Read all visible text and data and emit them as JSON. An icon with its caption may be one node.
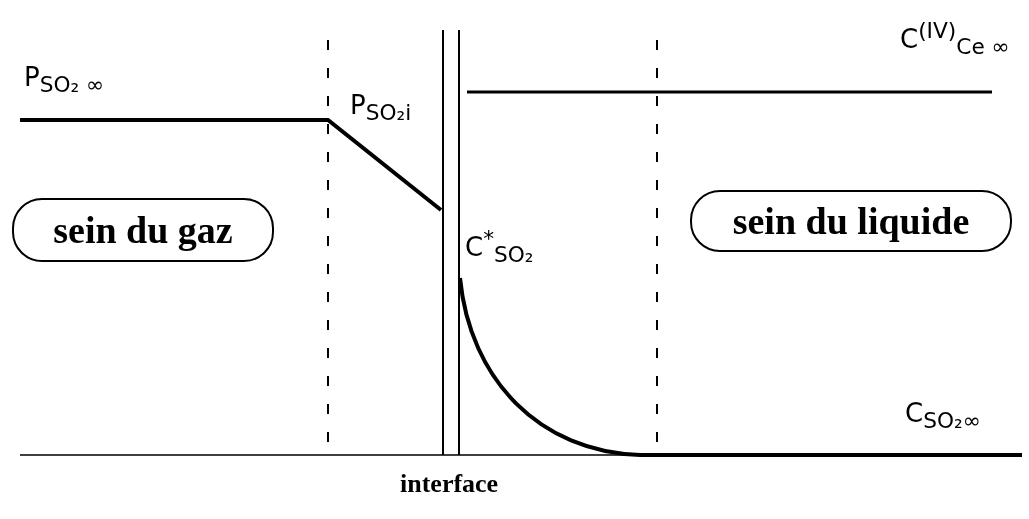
{
  "diagram": {
    "nodes": [
      {
        "text": [
          "sein du gaz"
        ]
      },
      {
        "text": [
          "sein du liquide"
        ]
      }
    ],
    "labels": [
      "P$_{SO₂ ∞}$",
      "C$^{(IV)}$$_{Ce ∞}$",
      "P$_{SO₂i}$",
      "C$^{*}$$_{SO₂}$",
      "C$_{SO₂∞}$",
      "interface"
    ]
  }
}
